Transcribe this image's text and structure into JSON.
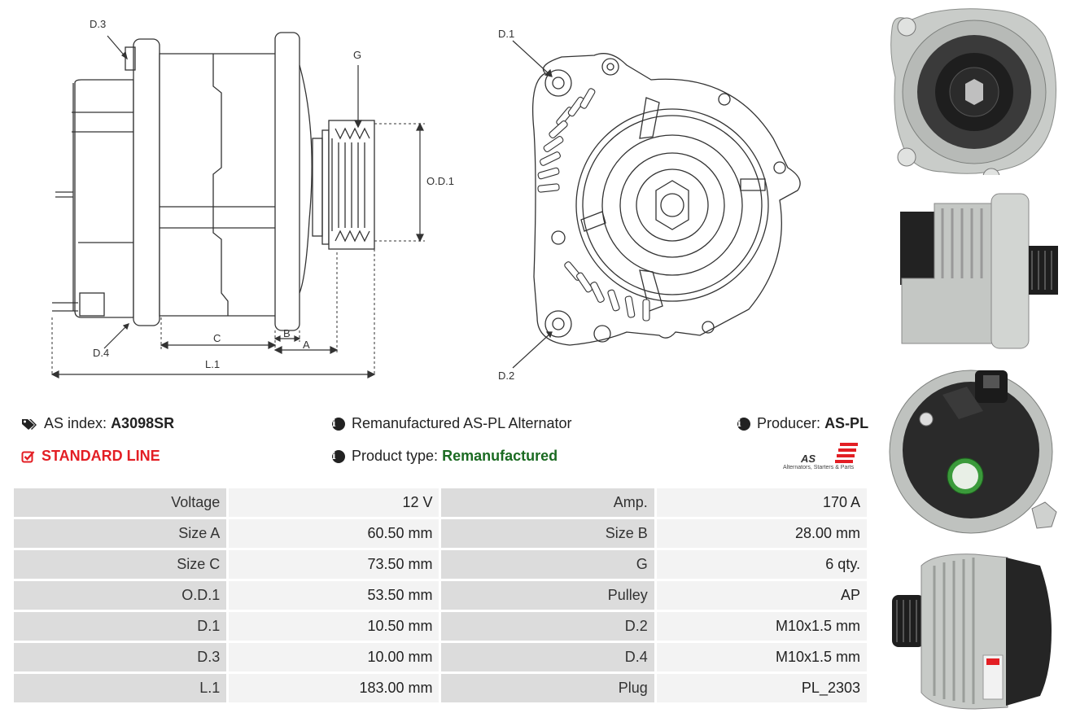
{
  "drawing": {
    "side_labels": {
      "d3": "D.3",
      "g": "G",
      "od1": "O.D.1",
      "d4": "D.4",
      "b": "B",
      "c": "C",
      "a": "A",
      "l1": "L.1"
    },
    "front_labels": {
      "d1": "D.1",
      "d2": "D.2"
    }
  },
  "info": {
    "index_label": "AS index:",
    "index_value": "A3098SR",
    "description": "Remanufactured AS-PL Alternator",
    "producer_label": "Producer:",
    "producer_value": "AS-PL",
    "line": "STANDARD LINE",
    "type_label": "Product type:",
    "type_value": "Remanufactured"
  },
  "logo": {
    "text": "AS",
    "caption": "Alternators, Starters & Parts"
  },
  "specs": [
    {
      "l1": "Voltage",
      "v1": "12 V",
      "l2": "Amp.",
      "v2": "170 A"
    },
    {
      "l1": "Size A",
      "v1": "60.50 mm",
      "l2": "Size B",
      "v2": "28.00 mm"
    },
    {
      "l1": "Size C",
      "v1": "73.50 mm",
      "l2": "G",
      "v2": "6 qty."
    },
    {
      "l1": "O.D.1",
      "v1": "53.50 mm",
      "l2": "Pulley",
      "v2": "AP"
    },
    {
      "l1": "D.1",
      "v1": "10.50 mm",
      "l2": "D.2",
      "v2": "M10x1.5 mm"
    },
    {
      "l1": "D.3",
      "v1": "10.00 mm",
      "l2": "D.4",
      "v2": "M10x1.5 mm"
    },
    {
      "l1": "L.1",
      "v1": "183.00 mm",
      "l2": "Plug",
      "v2": "PL_2303"
    }
  ],
  "colors": {
    "accent_red": "#e31e24",
    "accent_green": "#1b6b22",
    "label_bg": "#dcdcdc",
    "value_bg": "#f3f3f3"
  },
  "icons": {
    "index": "tags-icon",
    "info": "info-circle-icon",
    "line": "check-square-icon"
  }
}
